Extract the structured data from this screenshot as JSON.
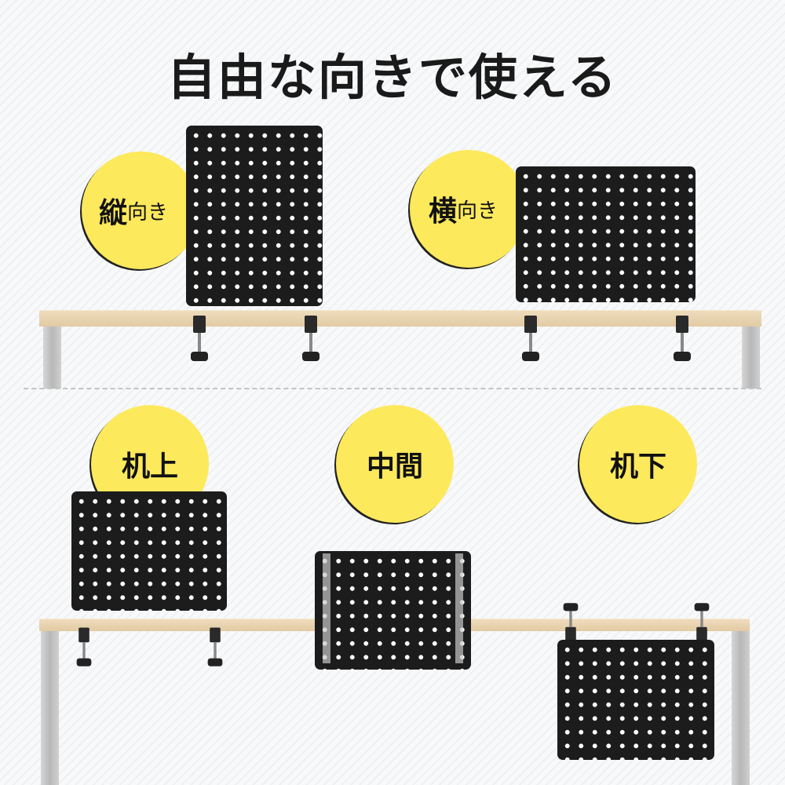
{
  "title": "自由な向きで使える",
  "orientation": [
    {
      "main": "縦",
      "sub": "向き"
    },
    {
      "main": "横",
      "sub": "向き"
    }
  ],
  "positions": [
    "机上",
    "中間",
    "机下"
  ],
  "colors": {
    "badge": "#fde95c",
    "panel": "#1c1c1c",
    "desk": "#e9d4b0"
  }
}
